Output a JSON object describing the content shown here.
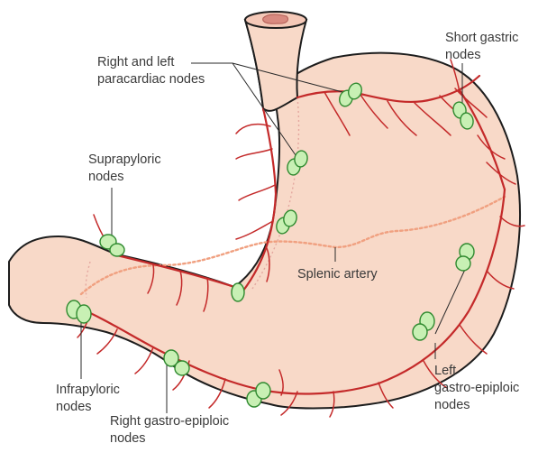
{
  "labels": {
    "paracardiac": "Right and left\nparacardiac nodes",
    "short_gastric": "Short gastric\nnodes",
    "suprapyloric": "Suprapyloric\nnodes",
    "splenic_artery": "Splenic artery",
    "infrapyloric": "Infrapyloric\nnodes",
    "left_gastro_epiploic": "Left\ngastro-epiploic\nnodes",
    "right_gastro_epiploic": "Right gastro-epiploic\nnodes"
  },
  "colors": {
    "stomach_fill": "#f8d9c8",
    "outline": "#1d1d1d",
    "vessel": "#c42a2a",
    "node_fill": "#c8f0b4",
    "node_stroke": "#2f8a2f",
    "splenic_artery": "#f0a080"
  }
}
